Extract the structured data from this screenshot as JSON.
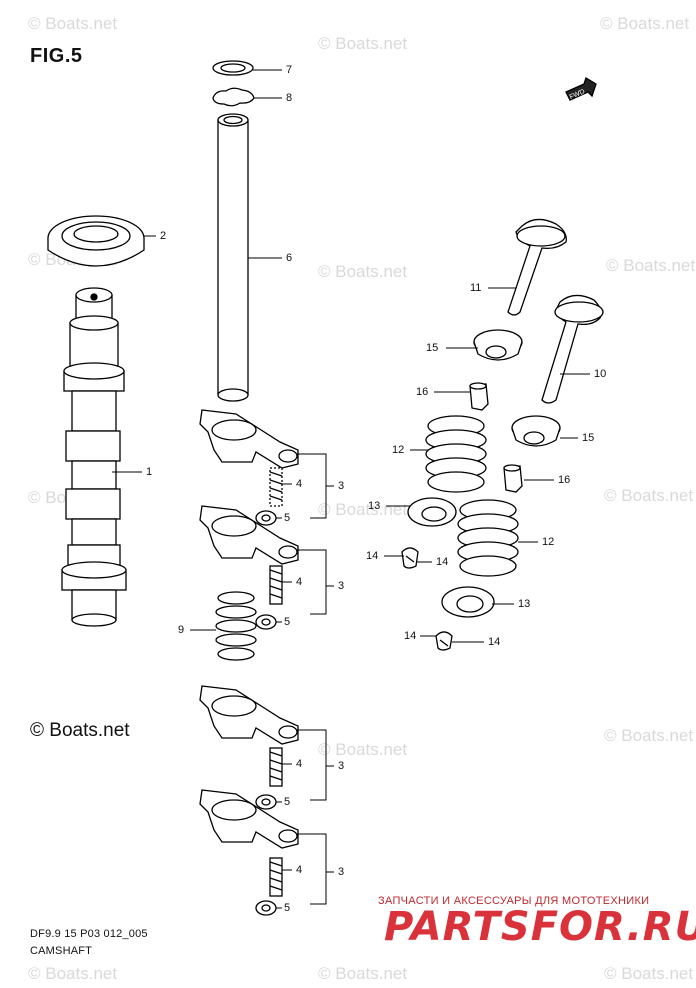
{
  "figure": {
    "title": "FIG.5",
    "code": "DF9.9 15 P03 012_005",
    "name": "CAMSHAFT",
    "copyright": "© Boats.net",
    "fwd_label": "FWD"
  },
  "watermark": {
    "text": "© Boats.net"
  },
  "branding": {
    "tagline": "ЗАПЧАСТИ И АКСЕССУАРЫ ДЛЯ МОТОТЕХНИКИ",
    "logo": "PARTSFOR.RU",
    "color": "#d9323a"
  },
  "callouts": [
    "7",
    "8",
    "2",
    "6",
    "1",
    "11",
    "15",
    "10",
    "16",
    "12",
    "15",
    "16",
    "13",
    "4",
    "3",
    "5",
    "12",
    "14",
    "14",
    "4",
    "3",
    "5",
    "9",
    "13",
    "14",
    "14",
    "4",
    "3",
    "5",
    "4",
    "3",
    "5"
  ]
}
